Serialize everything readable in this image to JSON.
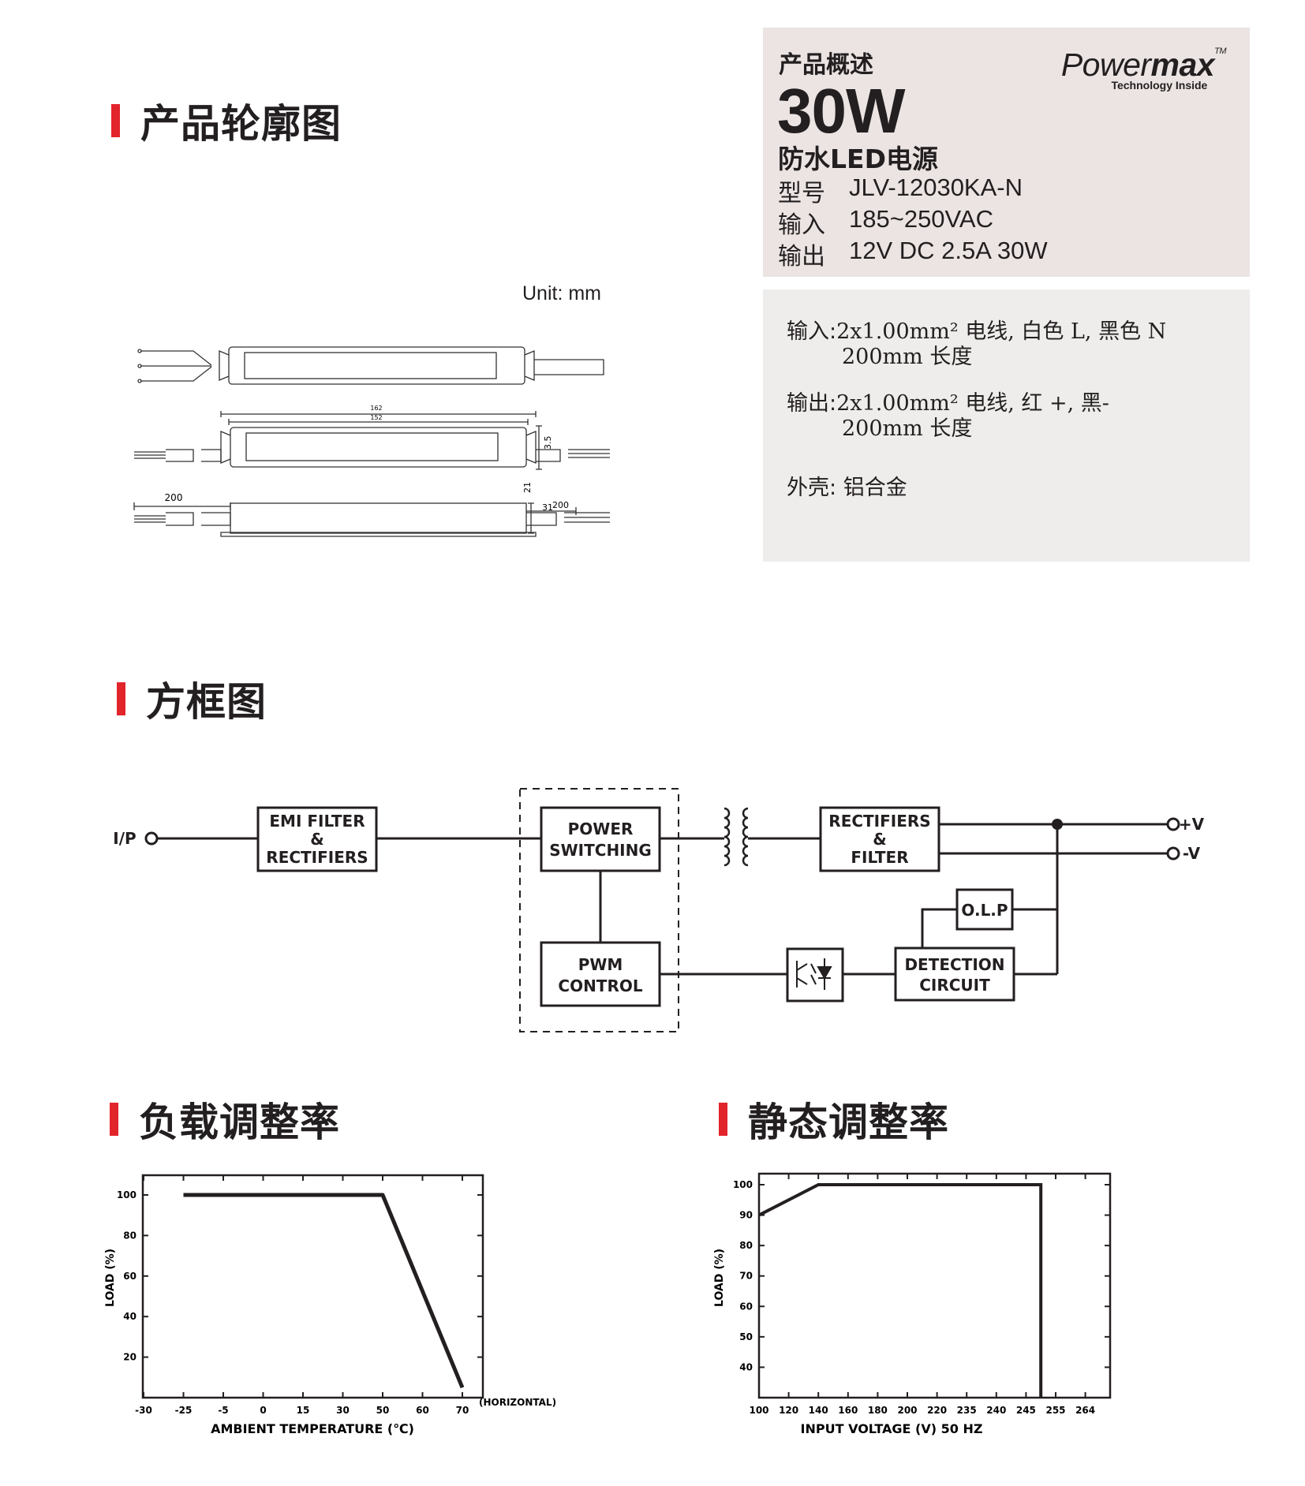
{
  "sections": {
    "outline": "产品轮廓图",
    "block": "方框图",
    "load": "负载调整率",
    "static": "静态调整率"
  },
  "overview": {
    "label": "产品概述",
    "watt": "30W",
    "product": "防水LED电源",
    "specs": [
      {
        "key": "型号",
        "value": "JLV-12030KA-N"
      },
      {
        "key": "输入",
        "value": "185~250VAC"
      },
      {
        "key": "输出",
        "value": "12V DC 2.5A 30W"
      }
    ]
  },
  "logo": {
    "brand_light": "Power",
    "brand_bold": "max",
    "tm": "TM",
    "tagline": "Technology Inside"
  },
  "details": {
    "input_label": "输入:",
    "input_line1": "2x1.00mm² 电线, 白色 L,  黑色 N",
    "input_line2": "200mm 长度",
    "output_label": "输出:",
    "output_line1": "2x1.00mm² 电线,  红 +,  黑-",
    "output_line2": "200mm 长度",
    "shell_label": "外壳:",
    "shell_value": "铝合金"
  },
  "drawing": {
    "unit": "Unit: mm",
    "dims": [
      "162",
      "152",
      "3.5",
      "200",
      "21",
      "31",
      "200"
    ]
  },
  "block_diagram": {
    "input": "I/P",
    "emi": [
      "EMI FILTER",
      "&",
      "RECTIFIERS"
    ],
    "power": [
      "POWER",
      "SWITCHING"
    ],
    "pwm": [
      "PWM",
      "CONTROL"
    ],
    "rect": [
      "RECTIFIERS",
      "&",
      "FILTER"
    ],
    "olp": "O.L.P",
    "detect": [
      "DETECTION",
      "CIRCUIT"
    ],
    "out_pos": "+V",
    "out_neg": "-V"
  },
  "chart_data": [
    {
      "type": "line",
      "ylabel": "LOAD (%)",
      "xlabel": "AMBIENT TEMPERATURE (℃)",
      "x_note": "(HORIZONTAL)",
      "x_ticks": [
        "-30",
        "-25",
        "-5",
        "0",
        "15",
        "30",
        "50",
        "60",
        "70"
      ],
      "y_ticks": [
        20,
        40,
        60,
        80,
        100
      ],
      "ylim": [
        0,
        100
      ],
      "series": [
        {
          "points": [
            [
              "-25",
              100
            ],
            [
              "50",
              100
            ],
            [
              "70",
              5
            ]
          ]
        }
      ]
    },
    {
      "type": "line",
      "ylabel": "LOAD (%)",
      "xlabel": "INPUT VOLTAGE (V) 50 HZ",
      "x_ticks": [
        "100",
        "120",
        "140",
        "160",
        "180",
        "200",
        "220",
        "235",
        "240",
        "245",
        "255",
        "264"
      ],
      "y_ticks": [
        40,
        50,
        60,
        70,
        80,
        90,
        100
      ],
      "ylim": [
        30,
        100
      ],
      "series": [
        {
          "points": [
            [
              "100",
              90
            ],
            [
              "140",
              100
            ],
            [
              "250",
              100
            ],
            [
              "250",
              30
            ]
          ]
        }
      ]
    }
  ]
}
